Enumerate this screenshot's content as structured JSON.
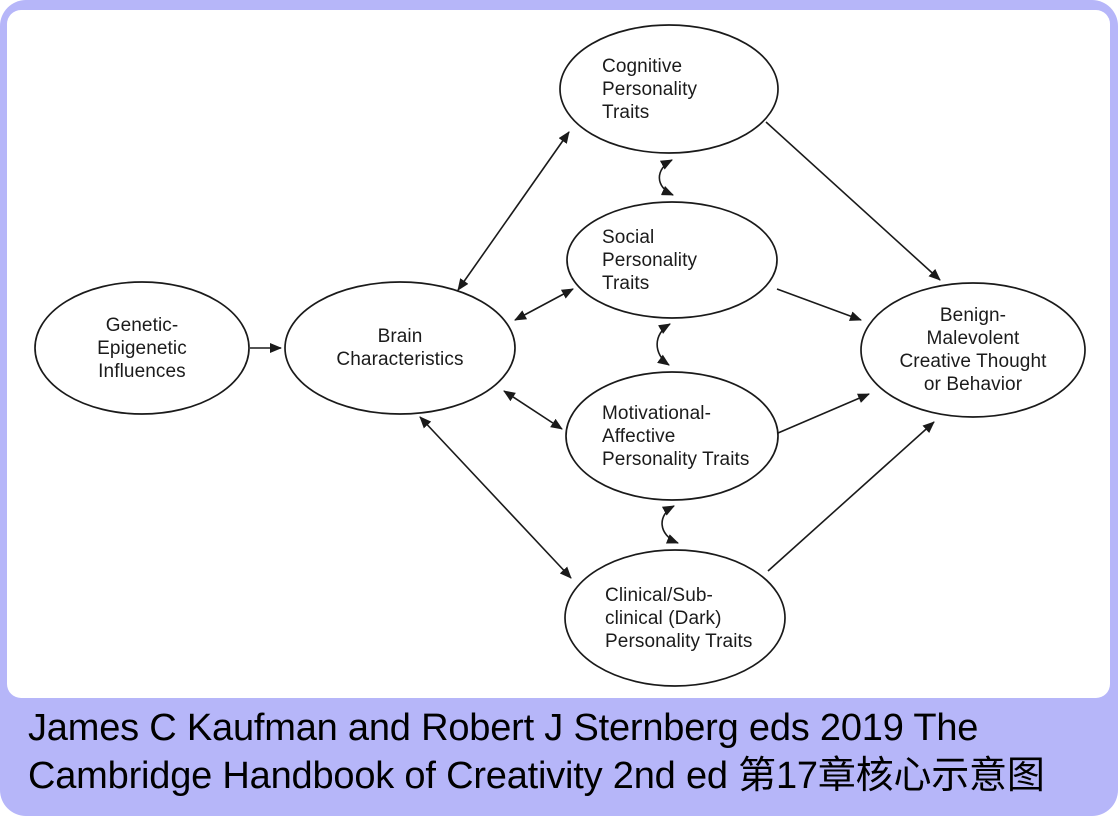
{
  "colors": {
    "card_background": "#b6b6f9",
    "panel_background": "#ffffff",
    "line_color": "#1a1a1a",
    "text_color": "#000000"
  },
  "diagram": {
    "nodes": [
      {
        "id": "genetic",
        "label": "Genetic-\nEpigenetic\nInfluences"
      },
      {
        "id": "brain",
        "label": "Brain\nCharacteristics"
      },
      {
        "id": "cognitive",
        "label": "Cognitive\nPersonality\nTraits"
      },
      {
        "id": "social",
        "label": "Social\nPersonality\nTraits"
      },
      {
        "id": "motivational",
        "label": "Motivational-\nAffective\nPersonality Traits"
      },
      {
        "id": "clinical",
        "label": "Clinical/Sub-\nclinical (Dark)\nPersonality Traits"
      },
      {
        "id": "benign",
        "label": "Benign-\nMalevolent\nCreative Thought\nor Behavior"
      }
    ],
    "edges": [
      {
        "from": "genetic",
        "to": "brain",
        "type": "single-arrow"
      },
      {
        "from": "brain",
        "to": "cognitive",
        "type": "double-arrow"
      },
      {
        "from": "brain",
        "to": "social",
        "type": "double-arrow"
      },
      {
        "from": "brain",
        "to": "motivational",
        "type": "double-arrow"
      },
      {
        "from": "brain",
        "to": "clinical",
        "type": "double-arrow"
      },
      {
        "from": "cognitive",
        "to": "social",
        "type": "double-wavy-arrow"
      },
      {
        "from": "social",
        "to": "motivational",
        "type": "double-wavy-arrow"
      },
      {
        "from": "motivational",
        "to": "clinical",
        "type": "double-wavy-arrow"
      },
      {
        "from": "cognitive",
        "to": "benign",
        "type": "single-arrow"
      },
      {
        "from": "social",
        "to": "benign",
        "type": "single-arrow"
      },
      {
        "from": "motivational",
        "to": "benign",
        "type": "single-arrow"
      },
      {
        "from": "clinical",
        "to": "benign",
        "type": "single-arrow"
      }
    ]
  },
  "caption": {
    "text": "James C Kaufman and Robert J Sternberg eds 2019 The\nCambridge Handbook of Creativity 2nd ed 第17章核心示意图"
  }
}
